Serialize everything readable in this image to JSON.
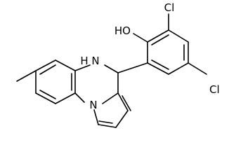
{
  "atoms": {
    "hydroxyl": "HO",
    "chlorine_top": "Cl",
    "chlorine_right": "Cl",
    "amine": "H",
    "amine_n": "N",
    "ring_n": "N"
  }
}
